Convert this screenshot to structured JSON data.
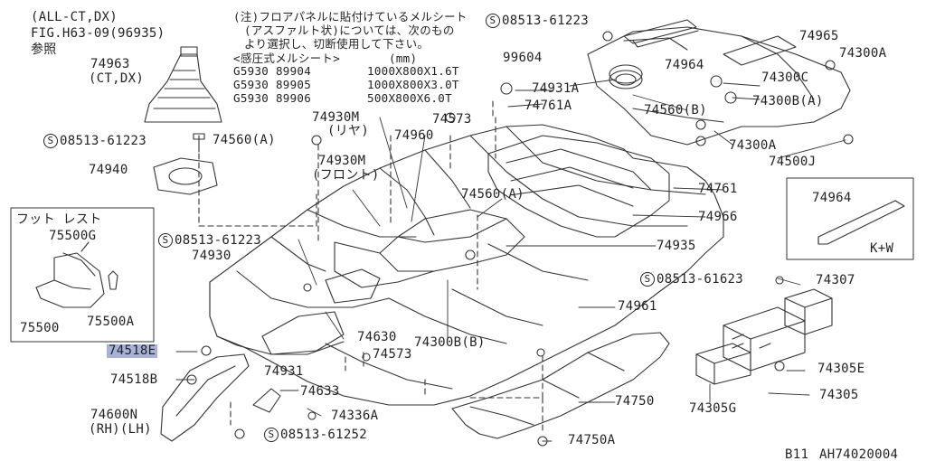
{
  "header": {
    "model_line": "(ALL-CT,DX)",
    "fig_line": "FIG.H63-09(96935)",
    "ref_line": "参照"
  },
  "note": {
    "line1": "(注)フロアパネルに貼付けているメルシート",
    "line2": "(アスファルト状)については、次のもの",
    "line3": "より選択し、切断使用して下さい。",
    "header_left": "<感圧式メルシート>",
    "header_right": "(mm)",
    "rows": [
      {
        "part": "G5930 89904",
        "size": "1000X800X1.6T"
      },
      {
        "part": "G5930 89905",
        "size": "1000X800X3.0T"
      },
      {
        "part": "G5930 89906",
        "size": "500X800X6.0T"
      }
    ]
  },
  "inset_foot_rest": {
    "title": "フット レスト",
    "labels": [
      "75500G",
      "75500",
      "75500A"
    ]
  },
  "inset_kw": {
    "part": "74964",
    "variant": "K+W"
  },
  "callouts": {
    "c74963": "74963",
    "c74963_sub": "(CT,DX)",
    "s1": "08513-61223",
    "c74940": "74940",
    "c74560a_left": "74560(A)",
    "c74930m_rear": "74930M",
    "c74930m_rear_sub": "(リヤ)",
    "c74930m_front": "74930M",
    "c74930m_front_sub": "(フロント)",
    "c74573_top": "74573",
    "c74960": "74960",
    "c99604": "99604",
    "s2": "08513-61223",
    "c74931a": "74931A",
    "c74761a": "74761A",
    "c74965": "74965",
    "c74964": "74964",
    "c74300a_top": "74300A",
    "c74300c": "74300C",
    "c74300ba": "74300B(A)",
    "c74560b": "74560(B)",
    "c74300a_mid": "74300A",
    "c74500j": "74500J",
    "c74761": "74761",
    "c74560a_mid": "74560(A)",
    "c74966": "74966",
    "s3": "08513-61223",
    "c74930": "74930",
    "c74935": "74935",
    "s4": "08513-61623",
    "c74307": "74307",
    "c74961": "74961",
    "c74630": "74630",
    "c74300bb": "74300B(B)",
    "c74573_low": "74573",
    "c74518e": "74518E",
    "c74931": "74931",
    "c74518b": "74518B",
    "c74633": "74633",
    "c74305e": "74305E",
    "c74305": "74305",
    "c74750": "74750",
    "c74305g": "74305G",
    "c74600n": "74600N",
    "c74600n_sub": "(RH)(LH)",
    "c74336a": "74336A",
    "s5": "08513-61252",
    "c74750a": "74750A",
    "s_symbol": "S"
  },
  "footer": {
    "code": "B11",
    "drawing_no": "AH74020004"
  },
  "highlight_color": "#a8b2d8"
}
